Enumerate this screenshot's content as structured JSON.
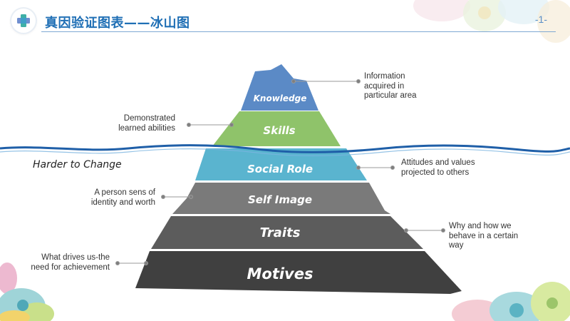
{
  "header": {
    "title": "真因验证图表——冰山图",
    "page_number": "-1-"
  },
  "colors": {
    "title": "#1f6fb5",
    "knowledge": "#5b8ac6",
    "skills": "#8fc36a",
    "social_role": "#5ab4cf",
    "self_image": "#7a7a7a",
    "traits": "#5c5c5c",
    "motives": "#404040",
    "waterline": "#1f5fa8"
  },
  "iceberg": {
    "layers": [
      {
        "label": "Knowledge"
      },
      {
        "label": "Skills"
      },
      {
        "label": "Social Role"
      },
      {
        "label": "Self Image"
      },
      {
        "label": "Traits"
      },
      {
        "label": "Motives"
      }
    ]
  },
  "annotations": {
    "knowledge": "Information acquired in particular area",
    "skills": "Demonstrated learned abilities",
    "social_role": "Attitudes and values projected to others",
    "self_image": "A person sens of identity and worth",
    "traits": "Why and how we behave in a certain way",
    "motives": "What drives us-the need for achievement",
    "harder": "Harder to Change"
  }
}
